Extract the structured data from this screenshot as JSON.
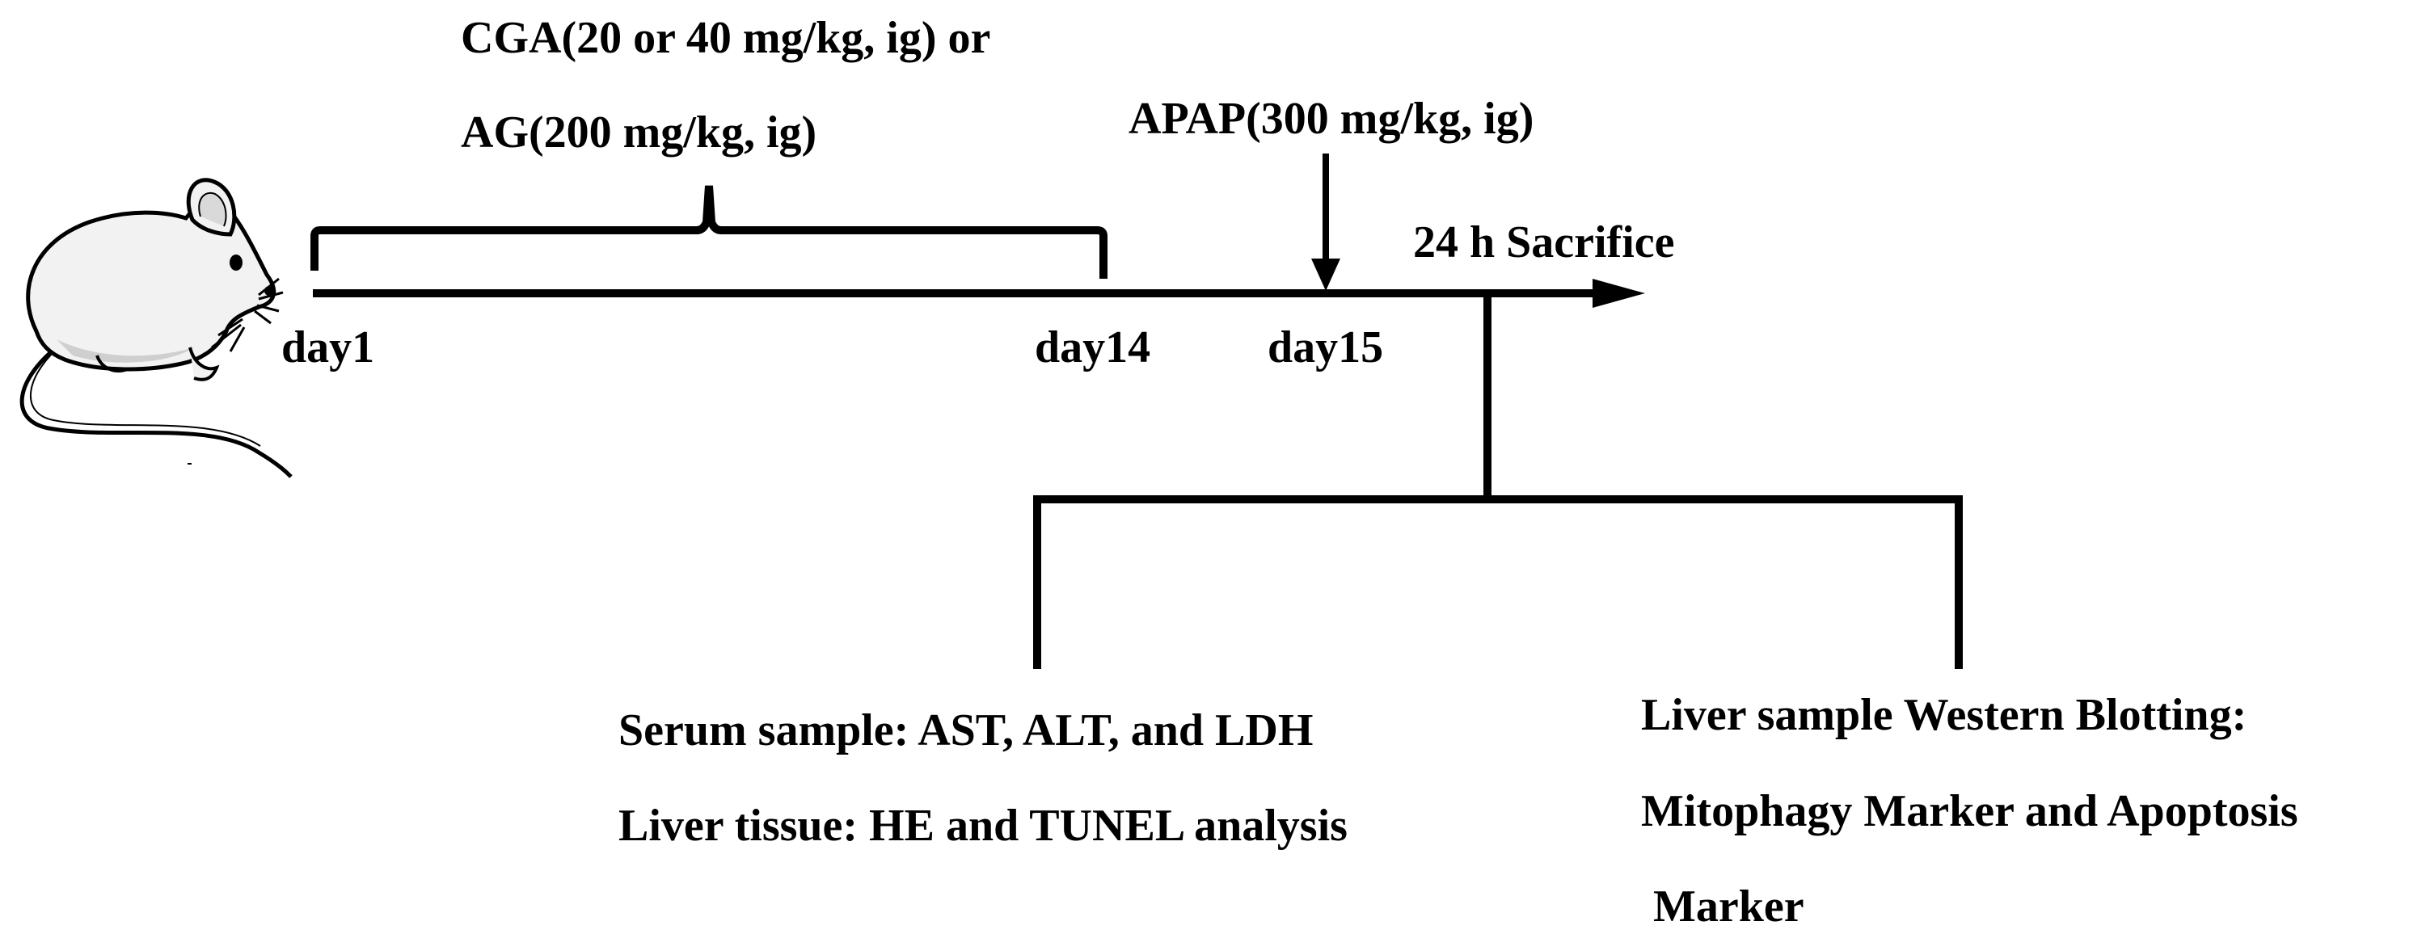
{
  "treatment": {
    "line1": "CGA(20 or 40 mg/kg, ig) or",
    "line2": "AG(200 mg/kg, ig)"
  },
  "apap": "APAP(300 mg/kg, ig)",
  "sacrifice": "24 h Sacrifice",
  "timeline": {
    "day1": "day1",
    "day14": "day14",
    "day15": "day15"
  },
  "serum_branch": {
    "line1": "Serum sample: AST, ALT, and LDH",
    "line2": "Liver tissue: HE and TUNEL analysis"
  },
  "liver_branch": {
    "line1": "Liver sample Western Blotting:",
    "line2": "Mitophagy Marker and Apoptosis",
    "line3": "Marker"
  },
  "colors": {
    "ink": "#000000",
    "background": "#ffffff",
    "mouse_body": "#f2f2f2",
    "mouse_shade": "#cfcfcf"
  },
  "icons": {
    "mouse": "mouse-illustration"
  }
}
